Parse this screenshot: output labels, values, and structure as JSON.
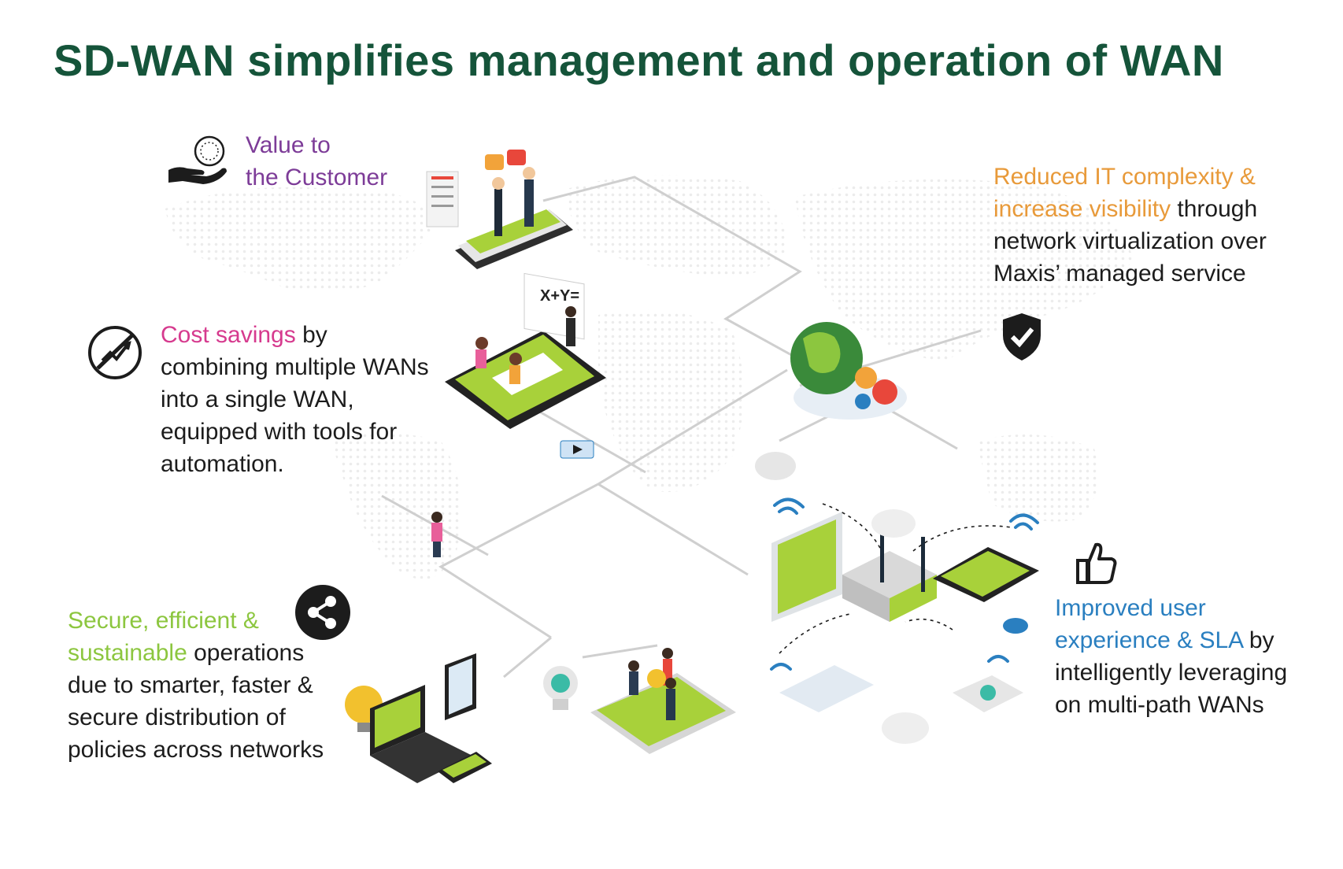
{
  "title": "SD-WAN simplifies management and operation of WAN",
  "blocks": {
    "value": {
      "line1": "Value to",
      "line2": "the Customer"
    },
    "cost": {
      "highlight": "Cost savings",
      "rest": " by",
      "line2": "combining multiple WANs",
      "line3": "into a single WAN,",
      "line4": "equipped with tools for",
      "line5": "automation."
    },
    "reduced": {
      "highlight1": "Reduced IT complexity &",
      "highlight2": "increase visibility",
      "rest2": " through",
      "line3": "network virtualization over",
      "line4": "Maxis’ managed service"
    },
    "secure": {
      "highlight1": "Secure, efficient &",
      "highlight2": "sustainable",
      "rest2": " operations",
      "line3": "due to smarter, faster &",
      "line4": "secure distribution of",
      "line5": "policies across networks"
    },
    "improved": {
      "highlight1": "Improved user",
      "highlight2": "experience & SLA",
      "rest2": " by",
      "line3": "intelligently leveraging",
      "line4": "on multi-path WANs"
    }
  },
  "whiteboard_text": "X+Y=",
  "icons": {
    "value": "hand-with-coin-icon",
    "cost": "cost-cut-icon",
    "reduced": "shield-check-icon",
    "secure": "share-icon",
    "improved": "thumbs-up-icon"
  },
  "colors": {
    "title": "#15543a",
    "value_highlight": "#7d3c98",
    "cost_highlight": "#d63a8e",
    "reduced_highlight": "#e89a3a",
    "secure_highlight": "#8cc63f",
    "improved_highlight": "#2a7fc0",
    "screen_green": "#a8d13a"
  }
}
